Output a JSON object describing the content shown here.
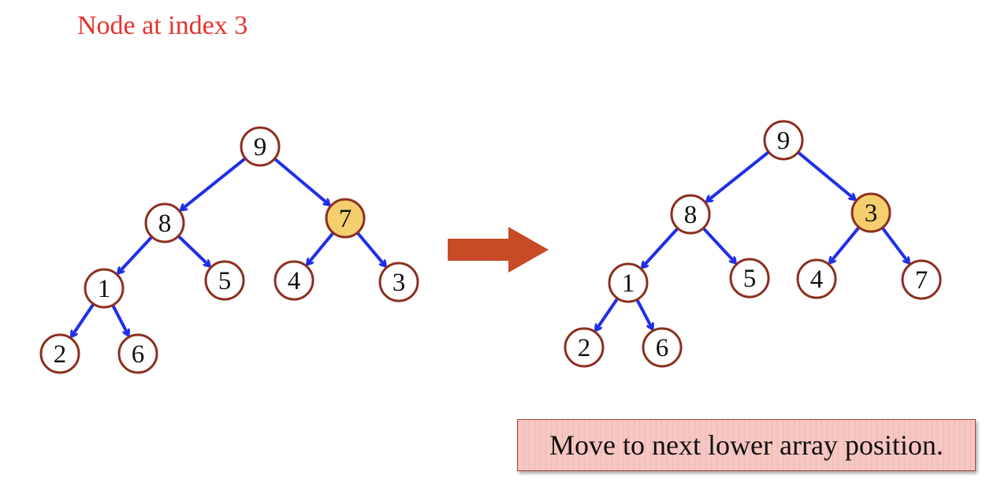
{
  "title": "Node at index 3",
  "colors": {
    "title": "#e8322b",
    "edge": "#1f2fe8",
    "node_border": "#8b2f1f",
    "node_fill": "#ffffff",
    "node_highlight_fill": "#f5cf6e",
    "arrow_fill": "#c84b28",
    "caption_fill": "#f6c8c3",
    "caption_border": "#a54a3c"
  },
  "arrow_icon": "right-arrow-icon",
  "trees": {
    "before": {
      "nodes": [
        {
          "id": "b9",
          "label": "9",
          "highlight": false
        },
        {
          "id": "b8",
          "label": "8",
          "highlight": false
        },
        {
          "id": "b7",
          "label": "7",
          "highlight": true
        },
        {
          "id": "b1",
          "label": "1",
          "highlight": false
        },
        {
          "id": "b5",
          "label": "5",
          "highlight": false
        },
        {
          "id": "b4",
          "label": "4",
          "highlight": false
        },
        {
          "id": "b3",
          "label": "3",
          "highlight": false
        },
        {
          "id": "b2",
          "label": "2",
          "highlight": false
        },
        {
          "id": "b6",
          "label": "6",
          "highlight": false
        }
      ],
      "edges": [
        [
          "b9",
          "b8"
        ],
        [
          "b9",
          "b7"
        ],
        [
          "b8",
          "b1"
        ],
        [
          "b8",
          "b5"
        ],
        [
          "b7",
          "b4"
        ],
        [
          "b7",
          "b3"
        ],
        [
          "b1",
          "b2"
        ],
        [
          "b1",
          "b6"
        ]
      ]
    },
    "after": {
      "nodes": [
        {
          "id": "a9",
          "label": "9",
          "highlight": false
        },
        {
          "id": "a8",
          "label": "8",
          "highlight": false
        },
        {
          "id": "a3",
          "label": "3",
          "highlight": true
        },
        {
          "id": "a1",
          "label": "1",
          "highlight": false
        },
        {
          "id": "a5",
          "label": "5",
          "highlight": false
        },
        {
          "id": "a4",
          "label": "4",
          "highlight": false
        },
        {
          "id": "a7",
          "label": "7",
          "highlight": false
        },
        {
          "id": "a2",
          "label": "2",
          "highlight": false
        },
        {
          "id": "a6",
          "label": "6",
          "highlight": false
        }
      ],
      "edges": [
        [
          "a9",
          "a8"
        ],
        [
          "a9",
          "a3"
        ],
        [
          "a8",
          "a1"
        ],
        [
          "a8",
          "a5"
        ],
        [
          "a3",
          "a4"
        ],
        [
          "a3",
          "a7"
        ],
        [
          "a1",
          "a2"
        ],
        [
          "a1",
          "a6"
        ]
      ]
    }
  },
  "caption": "Move to next lower array position."
}
